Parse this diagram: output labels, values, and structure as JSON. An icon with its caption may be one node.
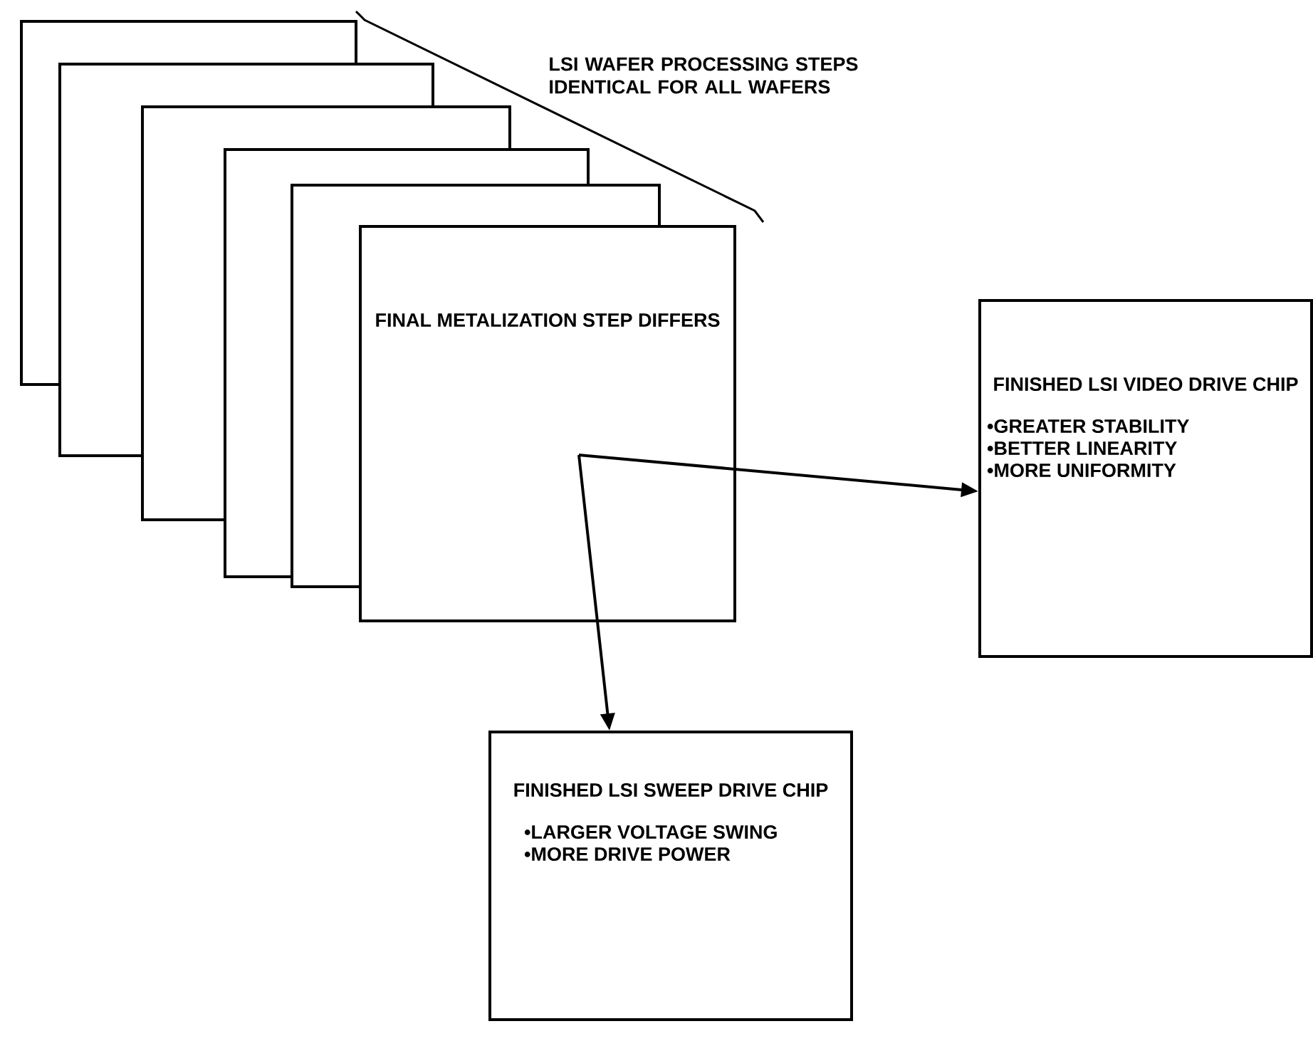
{
  "diagram": {
    "nodes": [
      {
        "text": [],
        "shape": "box"
      },
      {
        "text": [],
        "shape": "box"
      },
      {
        "text": [],
        "shape": "box"
      },
      {
        "text": [],
        "shape": "box"
      },
      {
        "text": [],
        "shape": "box"
      },
      {
        "text": [
          "FINAL METALIZATION STEP DIFFERS"
        ]
      },
      {
        "text": [
          "FINISHED LSI VIDEO DRIVE CHIP",
          "•GREATER STABILITY",
          "•BETTER LINEARITY",
          "•MORE UNIFORMITY"
        ]
      },
      {
        "text": [
          "FINISHED LSI SWEEP DRIVE CHIP",
          "•LARGER VOLTAGE SWING",
          "•MORE DRIVE POWER"
        ]
      }
    ],
    "edges": [
      {
        "from": 5,
        "to": 6,
        "arrow": "to"
      },
      {
        "from": 5,
        "to": 7,
        "arrow": "to"
      }
    ],
    "labels": [
      "LSI WAFER PROCESSING STEPS IDENTICAL FOR ALL WAFERS"
    ]
  }
}
